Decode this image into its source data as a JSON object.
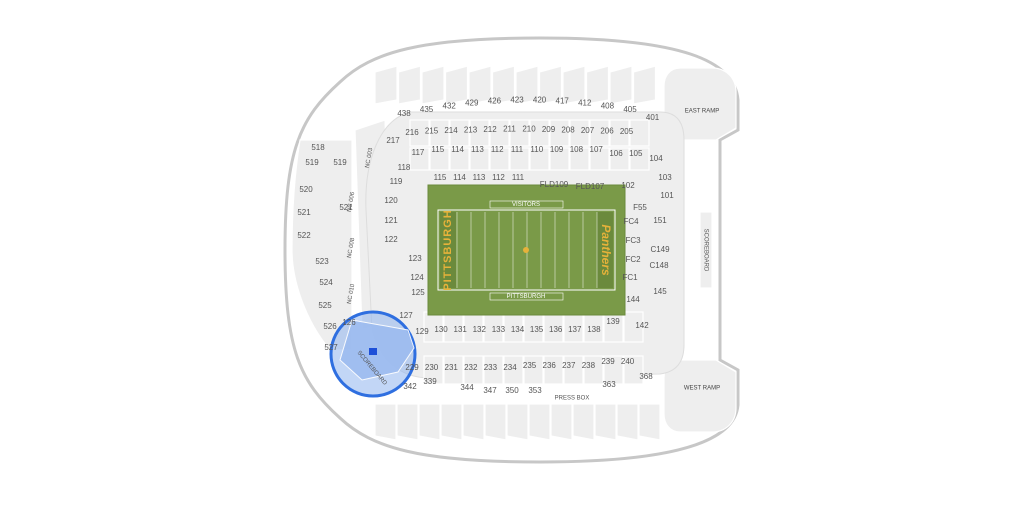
{
  "colors": {
    "section": "#eeeeee",
    "outline": "#c7c7c7",
    "field": "#7a9a48",
    "field_dark": "#6b8a3c",
    "highlight_stroke": "#2f6fe0",
    "highlight_fill": "#8fb4ef",
    "selected_seat": "#1d4fd8",
    "endzone_text": "#e6b23a"
  },
  "map": {
    "ramps": {
      "east": "EAST RAMP",
      "west": "WEST RAMP"
    },
    "scoreboard_right": "SCOREBOARD",
    "scoreboard_left": "SCOREBOARD",
    "press_box": "PRESS BOX",
    "field": {
      "end_left": "PITTSBURGH",
      "end_right": "Panthers",
      "top_label": "VISITORS",
      "bottom_label": "PITTSBURGH",
      "logo": "pitt-script-logo"
    },
    "upper_top": [
      "438",
      "435",
      "432",
      "429",
      "426",
      "423",
      "420",
      "417",
      "412",
      "408",
      "405",
      "401"
    ],
    "upper_left_outer": [
      "518",
      "519",
      "520",
      "521",
      "522",
      "523",
      "524",
      "525",
      "526",
      "527"
    ],
    "upper_left_inner": [
      "519",
      "521"
    ],
    "nc_labels": [
      "NC 003",
      "NC 006",
      "NC 008",
      "NC 010"
    ],
    "top_row_200": [
      "216",
      "215",
      "214",
      "213",
      "212",
      "211",
      "210",
      "209",
      "208",
      "207",
      "206",
      "205"
    ],
    "top_row_100": [
      "117",
      "115",
      "114",
      "113",
      "112",
      "111",
      "110",
      "109",
      "108",
      "107",
      "106",
      "105"
    ],
    "top_row_100_lower": [
      "115",
      "114",
      "113",
      "112",
      "111"
    ],
    "left_col": [
      "217",
      "118",
      "119",
      "120",
      "121",
      "122",
      "123",
      "124",
      "125",
      "126",
      "127"
    ],
    "right_col": [
      "104",
      "103",
      "101",
      "102",
      "FLD109",
      "FLD107",
      "F55",
      "FC4",
      "151",
      "FC3",
      "C149",
      "FC2",
      "C148",
      "FC1",
      "145",
      "144",
      "142"
    ],
    "bottom_row_100": [
      "129",
      "130",
      "131",
      "132",
      "133",
      "134",
      "135",
      "136",
      "137",
      "138",
      "139"
    ],
    "bottom_row_200": [
      "229",
      "230",
      "231",
      "232",
      "233",
      "234",
      "235",
      "236",
      "237",
      "238",
      "239",
      "240"
    ],
    "bottom_row_300": [
      "342",
      "339",
      "344",
      "347",
      "350",
      "353",
      "363",
      "368"
    ]
  }
}
